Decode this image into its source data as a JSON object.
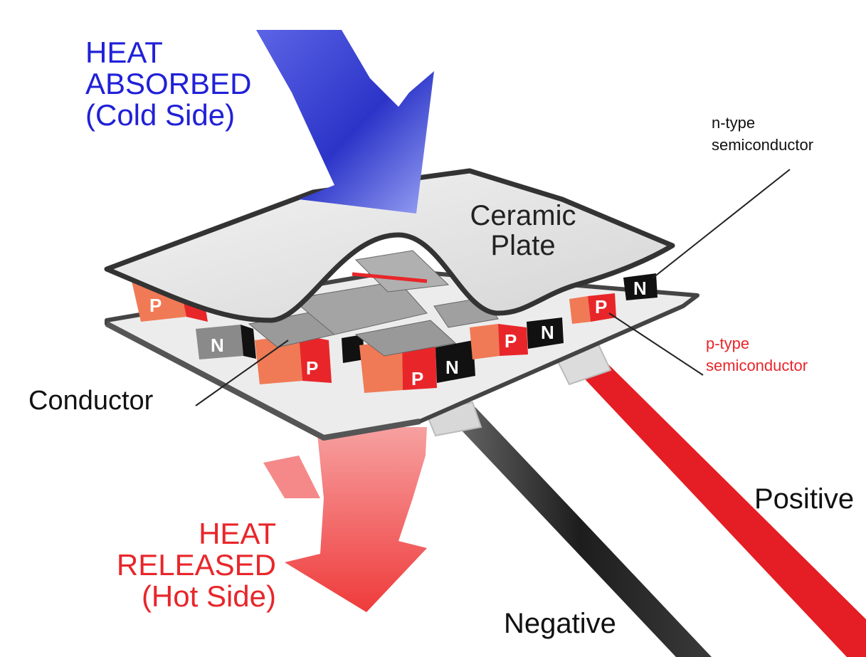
{
  "labels": {
    "heat_absorbed": [
      "HEAT",
      "ABSORBED",
      "(Cold Side)"
    ],
    "heat_released": [
      "HEAT",
      "RELEASED",
      "(Hot Side)"
    ],
    "ceramic_plate": [
      "Ceramic",
      "Plate"
    ],
    "conductor": "Conductor",
    "n_type": [
      "n-type",
      "semiconductor"
    ],
    "p_type": [
      "p-type",
      "semiconductor"
    ],
    "positive": "Positive",
    "negative": "Negative"
  },
  "block_letters": {
    "p": "P",
    "n": "N"
  },
  "colors": {
    "cold_arrow": "#2f3ad0",
    "hot_arrow": "#f0484a",
    "p_block": "#e8262a",
    "p_block_side": "#f07a55",
    "n_block": "#1a1a1a",
    "plate": "#e6e6e6",
    "positive_wire": "#e41e24",
    "negative_wire": "#2a2a2a"
  }
}
